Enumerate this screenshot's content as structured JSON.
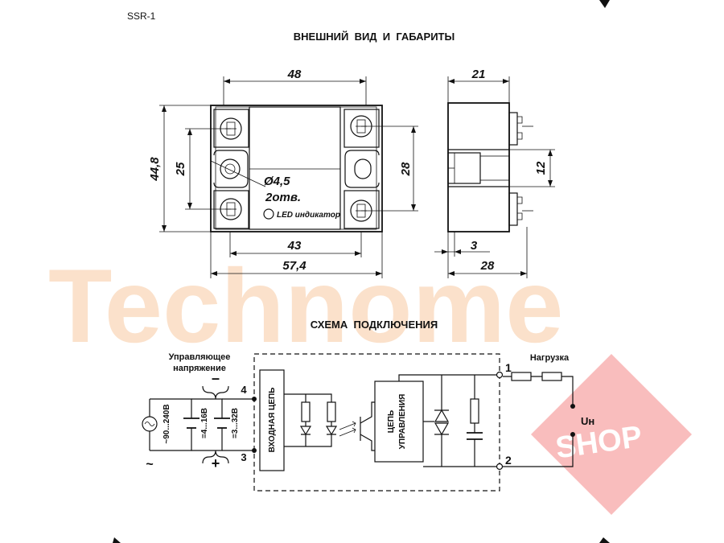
{
  "header": {
    "model": "SSR-1",
    "section_view_title": "ВНЕШНИЙ  ВИД  И  ГАБАРИТЫ",
    "section_circuit_title": "СХЕМА  ПОДКЛЮЧЕНИЯ"
  },
  "watermark": {
    "text": "Technome",
    "shop_text": "SHOP",
    "text_color": "#f7c9a0",
    "shop_color": "#f26a6a"
  },
  "front_view": {
    "dim_top": "48",
    "dim_height": "44,8",
    "dim_hole_spacing": "25",
    "dim_terminal_spacing": "28",
    "dim_bottom_inner": "43",
    "dim_bottom_total": "57,4",
    "hole_label": "Ø4,5",
    "hole_count_label": "2отв.",
    "led_label": "LED индикатор"
  },
  "side_view": {
    "dim_top": "21",
    "dim_middle": "12",
    "dim_small": "3",
    "dim_bottom": "28"
  },
  "circuit": {
    "control_label_line1": "Управляющее",
    "control_label_line2": "напряжение",
    "ac_source_label": "~90...240В",
    "dc_range_1": "=4...16В",
    "dc_range_2": "=3...32В",
    "minus_sign": "–",
    "plus_sign": "+",
    "ac_symbol": "~",
    "input_block_label": "ВХОДНАЯ ЦЕПЬ",
    "control_block_line1": "ЦЕПЬ",
    "control_block_line2": "УПРАВЛЕНИЯ",
    "terminal_1": "1",
    "terminal_2": "2",
    "terminal_3": "3",
    "terminal_4": "4",
    "load_label": "Нагрузка",
    "voltage_label": "Uн"
  }
}
